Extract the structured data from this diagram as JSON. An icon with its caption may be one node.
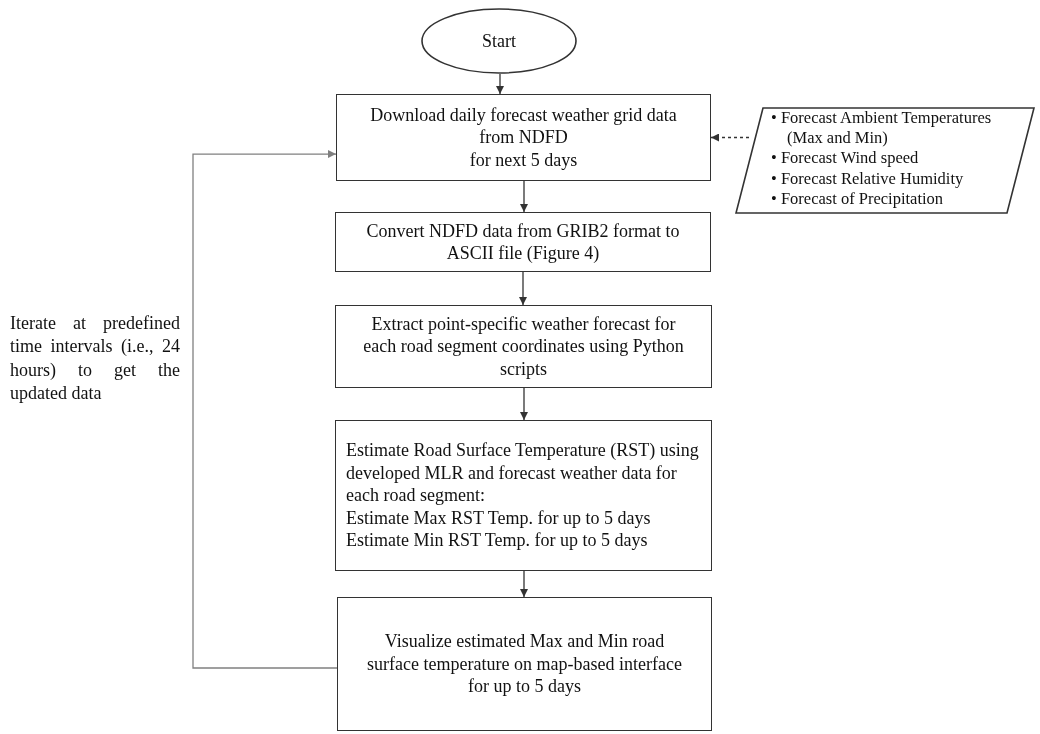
{
  "diagram": {
    "nodes": [
      {
        "text": [
          "Start"
        ]
      },
      {
        "text": [
          "Download daily forecast weather grid data from NDFD",
          "for next 5 days"
        ]
      },
      {
        "text": [
          "Convert NDFD data from GRIB2 format to ASCII file (Figure 4)"
        ]
      },
      {
        "text": [
          "Extract point-specific weather forecast for each road segment coordinates using Python scripts"
        ]
      },
      {
        "text": [
          "Estimate Road Surface Temperature (RST) using developed MLR and forecast weather data for each road segment:",
          "Estimate Max RST Temp. for up to 5 days",
          "Estimate Min RST Temp. for up to 5 days"
        ]
      },
      {
        "text": [
          "Visualize estimated Max and Min road surface temperature on map-based interface for up to 5 days"
        ]
      },
      {
        "text": [
          "• Forecast Ambient Temperatures (Max and Min)",
          "• Forecast Wind speed",
          "• Forecast Relative Humidity",
          "• Forecast of Precipitation"
        ]
      }
    ],
    "edges": [
      {
        "from": 0,
        "to": 1,
        "arrow": "to"
      },
      {
        "from": 1,
        "to": 2,
        "arrow": "to"
      },
      {
        "from": 2,
        "to": 3,
        "arrow": "to"
      },
      {
        "from": 3,
        "to": 4,
        "arrow": "to"
      },
      {
        "from": 4,
        "to": 5,
        "arrow": "to"
      },
      {
        "from": 6,
        "to": 1,
        "arrow": "to",
        "style": "dashed"
      },
      {
        "from": 5,
        "to": 1,
        "arrow": "to",
        "color": "#808080"
      }
    ],
    "labels": [
      "Iterate at predefined time intervals (i.e., 24 hours) to get the updated data"
    ]
  }
}
